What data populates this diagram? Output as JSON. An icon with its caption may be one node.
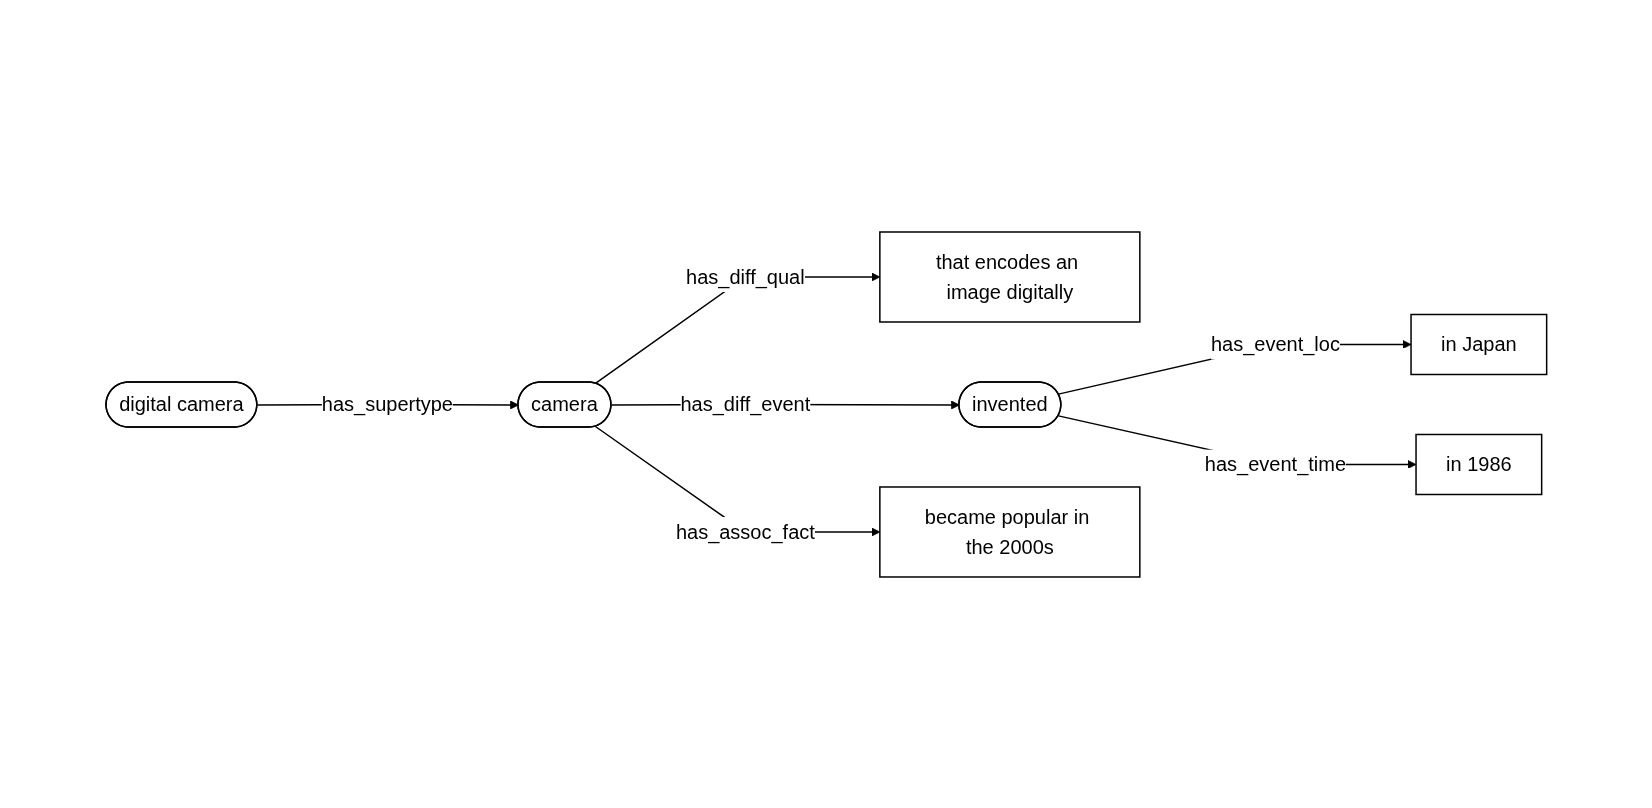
{
  "diagram": {
    "nodes": [
      {
        "text": [
          "digital camera"
        ]
      },
      {
        "text": [
          "camera"
        ]
      },
      {
        "text": [
          "that encodes an image digitally"
        ]
      },
      {
        "text": [
          "invented"
        ]
      },
      {
        "text": [
          "in Japan"
        ]
      },
      {
        "text": [
          "in 1986"
        ]
      },
      {
        "text": [
          "became popular in the 2000s"
        ]
      }
    ],
    "edges": [
      {
        "from": 0,
        "to": 1,
        "arrow": "to",
        "label": "has_supertype"
      },
      {
        "from": 1,
        "to": 2,
        "arrow": "to",
        "label": "has_diff_qual"
      },
      {
        "from": 1,
        "to": 3,
        "arrow": "to",
        "label": "has_diff_event"
      },
      {
        "from": 3,
        "to": 4,
        "arrow": "to",
        "label": "has_event_loc"
      },
      {
        "from": 3,
        "to": 5,
        "arrow": "to",
        "label": "has_event_time"
      },
      {
        "from": 1,
        "to": 6,
        "arrow": "to",
        "label": "has_assoc_fact"
      }
    ]
  }
}
